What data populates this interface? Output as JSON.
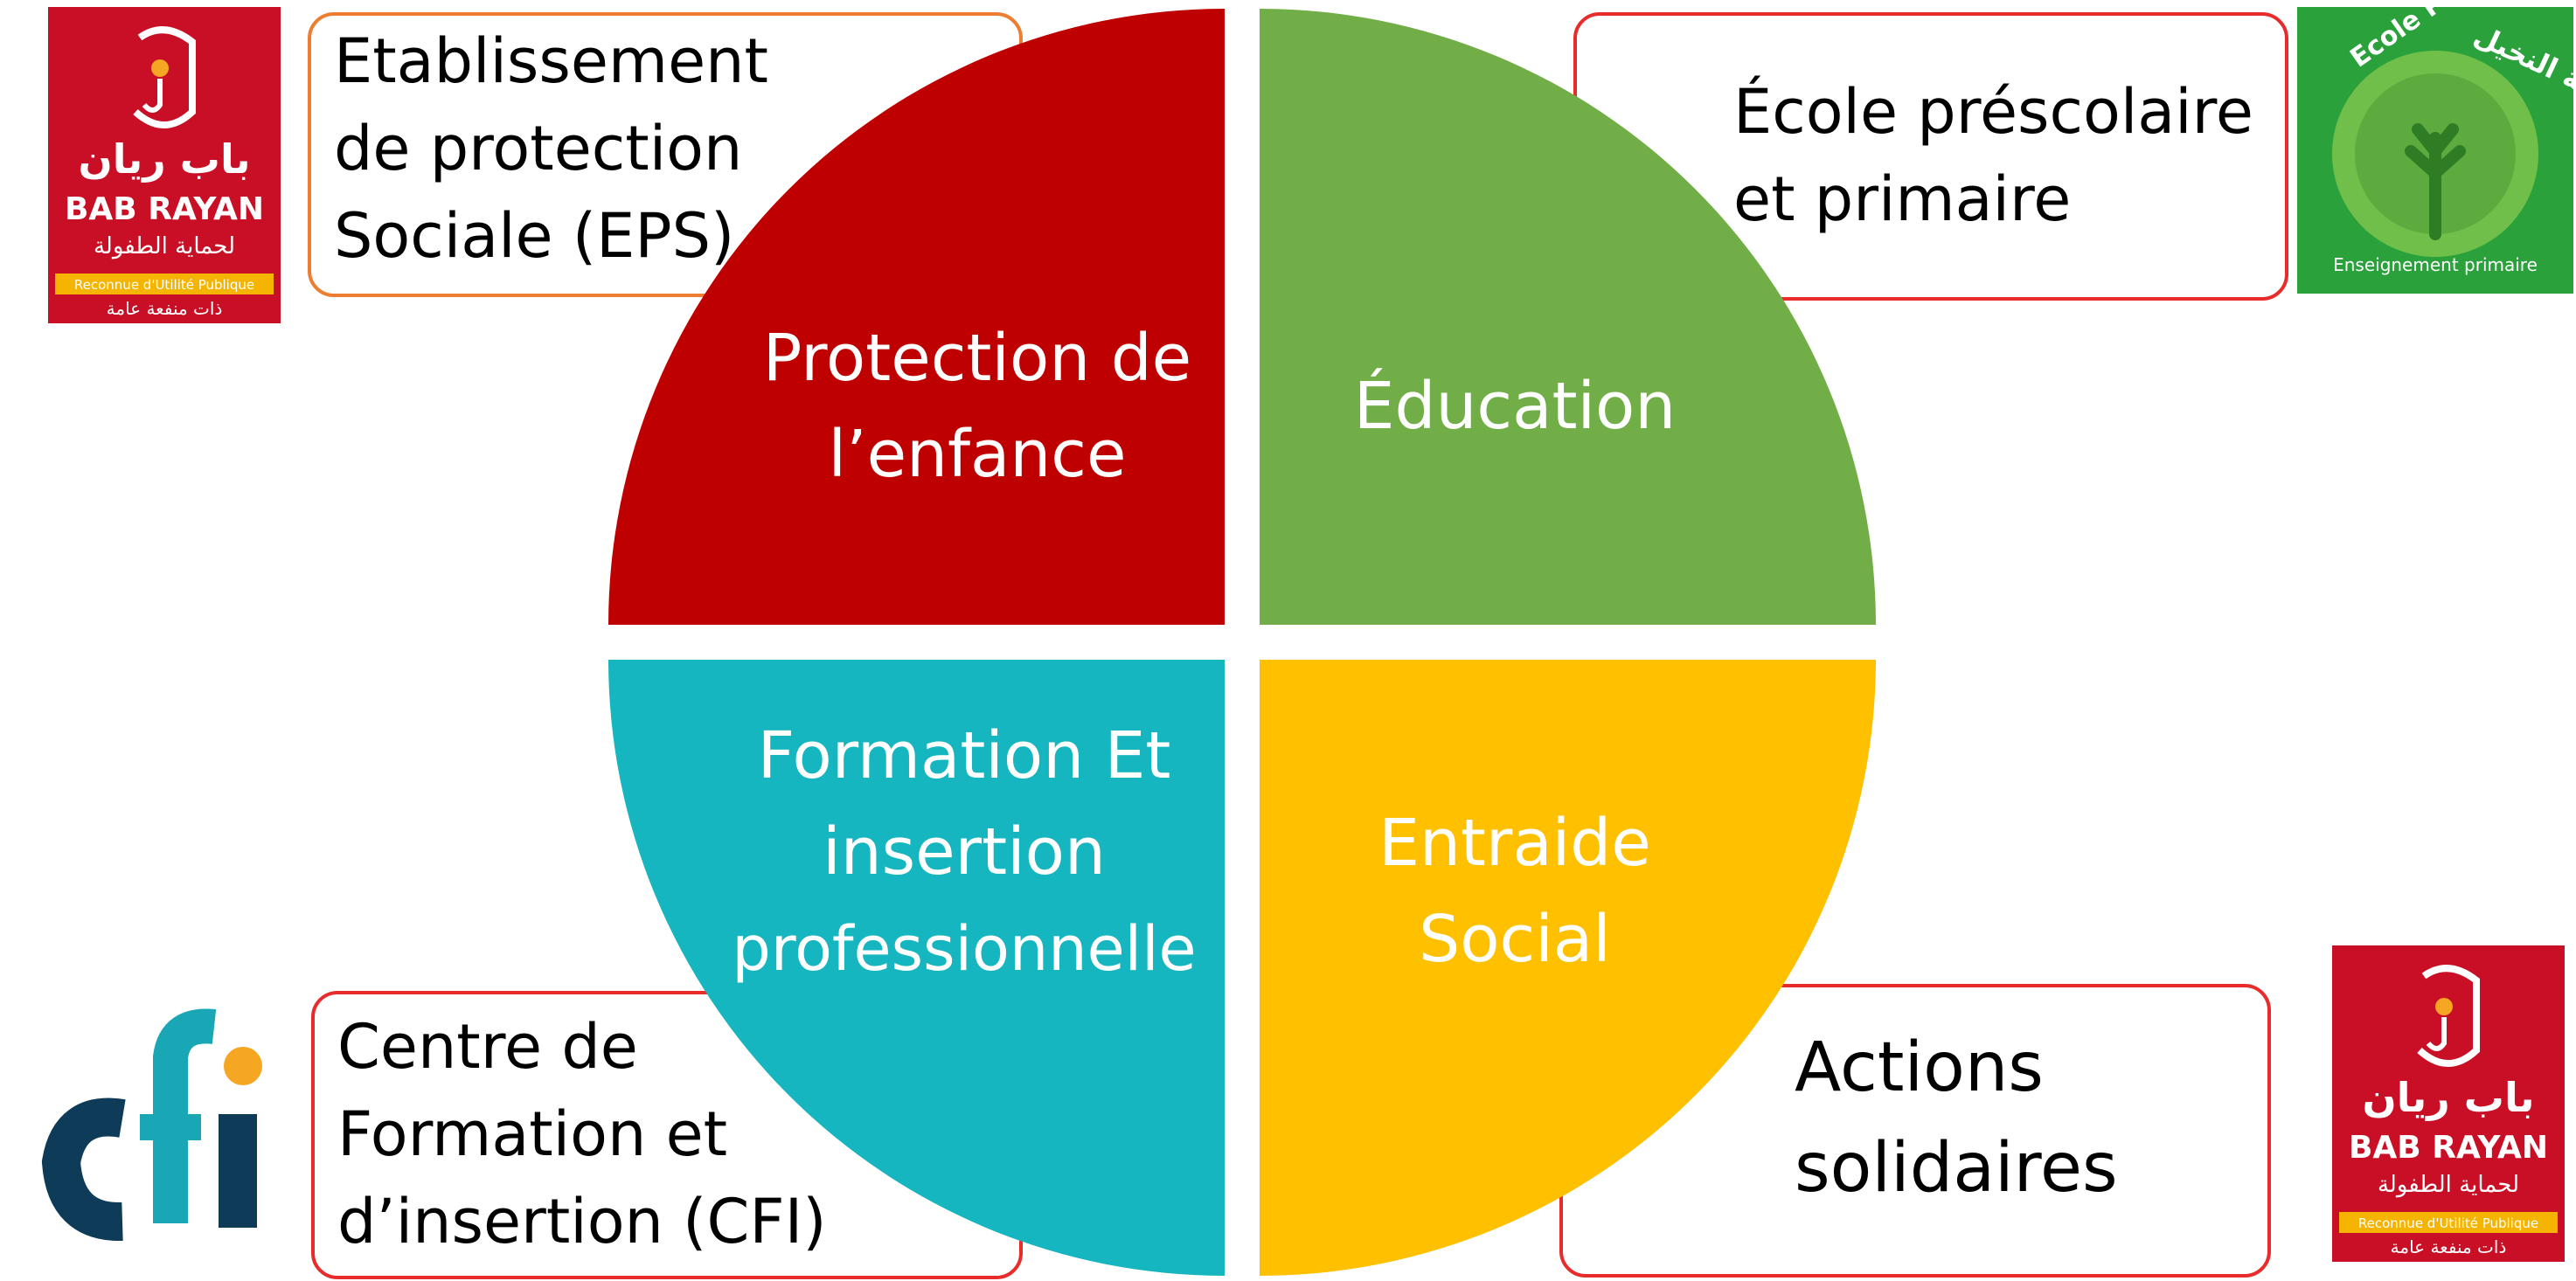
{
  "colors": {
    "protection": "#bf0000",
    "education": "#72ae47",
    "formation": "#16b6c0",
    "entraide": "#ffc000",
    "box_orange_border": "#ed7d31",
    "box_red_border": "#e82b2b",
    "logo_red": "#c90f25",
    "logo_green": "#2aa13a",
    "cfi_navy": "#0e3b58",
    "cfi_teal": "#1aa7b5",
    "cfi_orange": "#f5a623"
  },
  "quadrants": {
    "top_left": {
      "line1": "Protection de",
      "line2": "l’enfance"
    },
    "top_right": {
      "line1": "Éducation"
    },
    "bottom_left": {
      "line1": "Formation Et",
      "line2": "insertion",
      "line3": "professionnelle"
    },
    "bottom_right": {
      "line1": "Entraide",
      "line2": "Social"
    }
  },
  "boxes": {
    "eps": "Etablissement\nde protection\nSociale (EPS)",
    "ecole": "École préscolaire\net primaire",
    "cfi": "Centre de\nFormation et\nd’insertion (CFI)",
    "actions": "Actions\nsolidaires"
  },
  "logos": {
    "bab_rayan": {
      "arabic": "باب ريان",
      "name": "BAB RAYAN",
      "subtitle_ar": "لحماية الطفولة",
      "badge": "Reconnue d'Utilité Publique",
      "footer_ar": "ذات منفعة عامة"
    },
    "palmier": {
      "name": "Ecole Palmier",
      "arabic": "مدرسة النخيل",
      "subtitle": "Enseignement primaire"
    },
    "cfi": {
      "text": "cfi"
    }
  }
}
